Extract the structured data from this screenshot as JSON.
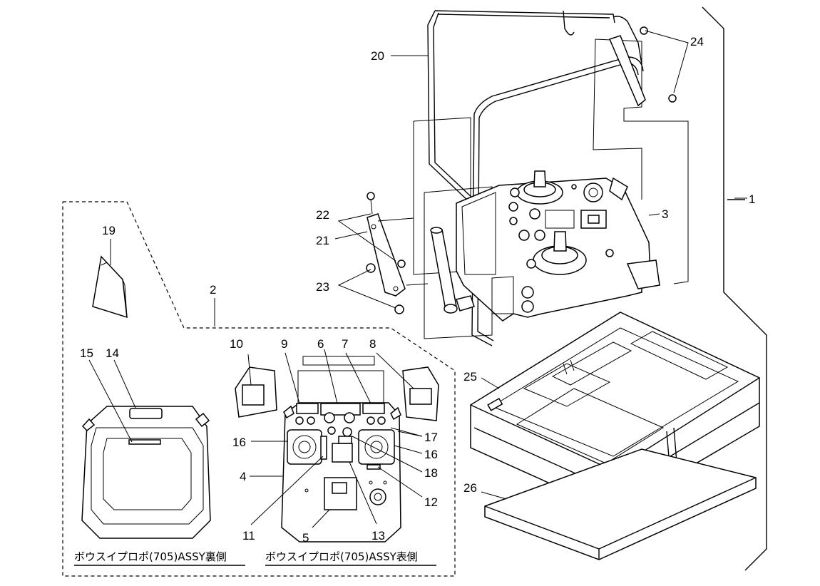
{
  "callouts": [
    {
      "id": "1",
      "text": "1"
    },
    {
      "id": "2",
      "text": "2"
    },
    {
      "id": "3",
      "text": "3"
    },
    {
      "id": "4",
      "text": "4"
    },
    {
      "id": "5",
      "text": "5"
    },
    {
      "id": "6",
      "text": "6"
    },
    {
      "id": "7",
      "text": "7"
    },
    {
      "id": "8",
      "text": "8"
    },
    {
      "id": "9",
      "text": "9"
    },
    {
      "id": "10",
      "text": "10"
    },
    {
      "id": "11",
      "text": "11"
    },
    {
      "id": "12",
      "text": "12"
    },
    {
      "id": "13",
      "text": "13"
    },
    {
      "id": "14",
      "text": "14"
    },
    {
      "id": "15",
      "text": "15"
    },
    {
      "id": "16a",
      "text": "16"
    },
    {
      "id": "16b",
      "text": "16"
    },
    {
      "id": "17",
      "text": "17"
    },
    {
      "id": "18",
      "text": "18"
    },
    {
      "id": "19",
      "text": "19"
    },
    {
      "id": "20",
      "text": "20"
    },
    {
      "id": "21",
      "text": "21"
    },
    {
      "id": "22",
      "text": "22"
    },
    {
      "id": "23",
      "text": "23"
    },
    {
      "id": "24",
      "text": "24"
    },
    {
      "id": "25",
      "text": "25"
    },
    {
      "id": "26",
      "text": "26"
    }
  ],
  "captions": {
    "back_view": "ボウスイプロポ(705)ASSY裏側",
    "front_view": "ボウスイプロポ(705)ASSY表側"
  }
}
